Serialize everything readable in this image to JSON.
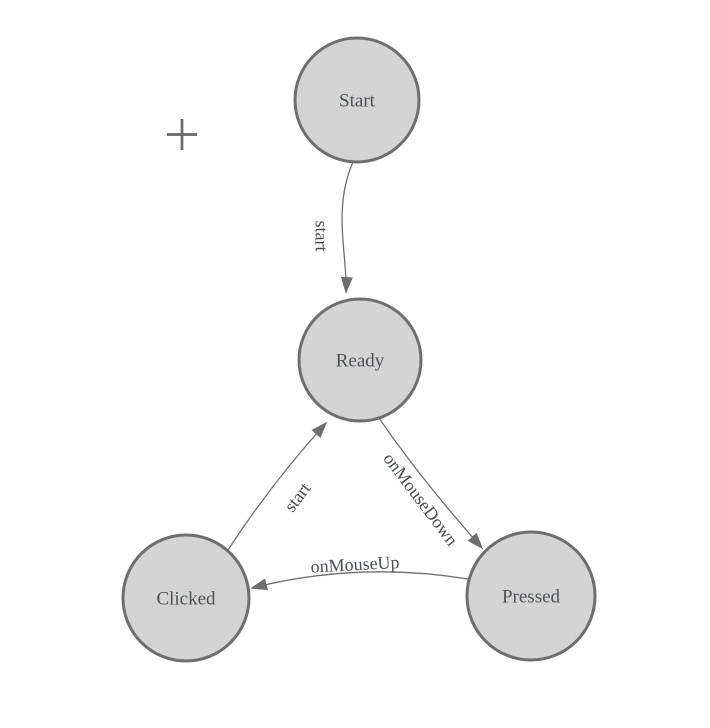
{
  "app": {
    "view": "state-machine-diagram-canvas",
    "background_color": "#ffffff"
  },
  "palette": {
    "node_fill": "#d4d4d4",
    "node_stroke": "#6e6e6e",
    "edge_color": "#6e6e6e",
    "node_label_color": "#4e5256",
    "edge_label_color": "#4a4e53",
    "plus_marker_color": "#696969"
  },
  "icons": {
    "canvas_marker": "plus-icon"
  },
  "diagram": {
    "type": "finite-state-machine",
    "nodes": [
      {
        "id": "start",
        "label": "Start"
      },
      {
        "id": "ready",
        "label": "Ready"
      },
      {
        "id": "clicked",
        "label": "Clicked"
      },
      {
        "id": "pressed",
        "label": "Pressed"
      }
    ],
    "edges": [
      {
        "from": "Start",
        "to": "Ready",
        "label": "start"
      },
      {
        "from": "Clicked",
        "to": "Ready",
        "label": "start"
      },
      {
        "from": "Ready",
        "to": "Pressed",
        "label": "onMouseDown"
      },
      {
        "from": "Pressed",
        "to": "Clicked",
        "label": "onMouseUp"
      }
    ]
  }
}
